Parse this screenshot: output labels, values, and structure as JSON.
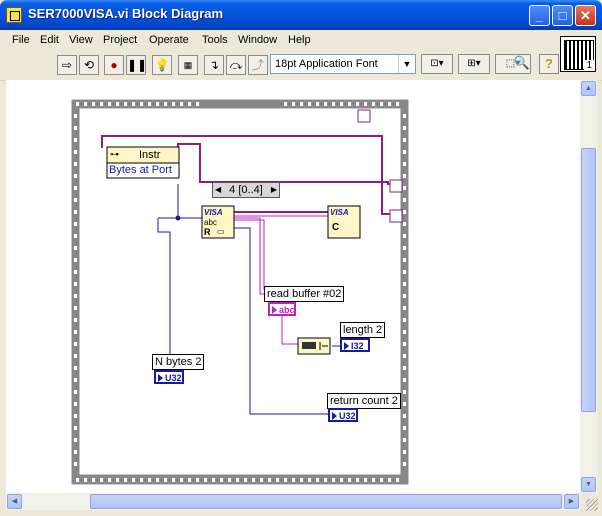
{
  "window": {
    "title": "SER7000VISA.vi Block Diagram",
    "buttons": [
      "_",
      "□",
      "✕"
    ]
  },
  "menu": [
    "File",
    "Edit",
    "View",
    "Project",
    "Operate",
    "Tools",
    "Window",
    "Help"
  ],
  "toolbar": {
    "font": "18pt Application Font",
    "icons": [
      "run-arrow-icon",
      "run-continuous-icon",
      "abort-icon",
      "pause-icon",
      "highlight-bulb-icon",
      "retain-wire-icon",
      "step-into-icon",
      "step-over-icon",
      "step-out-icon"
    ],
    "vi_icon_number": "1"
  },
  "diagram": {
    "case_selector": "4 [0..4]",
    "instr_node": {
      "label": "Instr",
      "property": "Bytes at Port"
    },
    "read_label": "read buffer #02",
    "read_type": "abc",
    "length_label": "length 2",
    "length_type": "I32",
    "nbytes_label": "N bytes 2",
    "nbytes_type": "U32",
    "return_label": "return count 2",
    "return_type": "U32",
    "visa_read_text": "VISA",
    "visa_read_sub": "abc",
    "visa_read_r": "R",
    "visa_close_text": "VISA",
    "visa_close_c": "C"
  },
  "colors": {
    "wire_blue": "#1A1A9C",
    "wire_pink": "#C020C0",
    "wire_purple": "#8A207A",
    "frame_gray": "#888888"
  }
}
